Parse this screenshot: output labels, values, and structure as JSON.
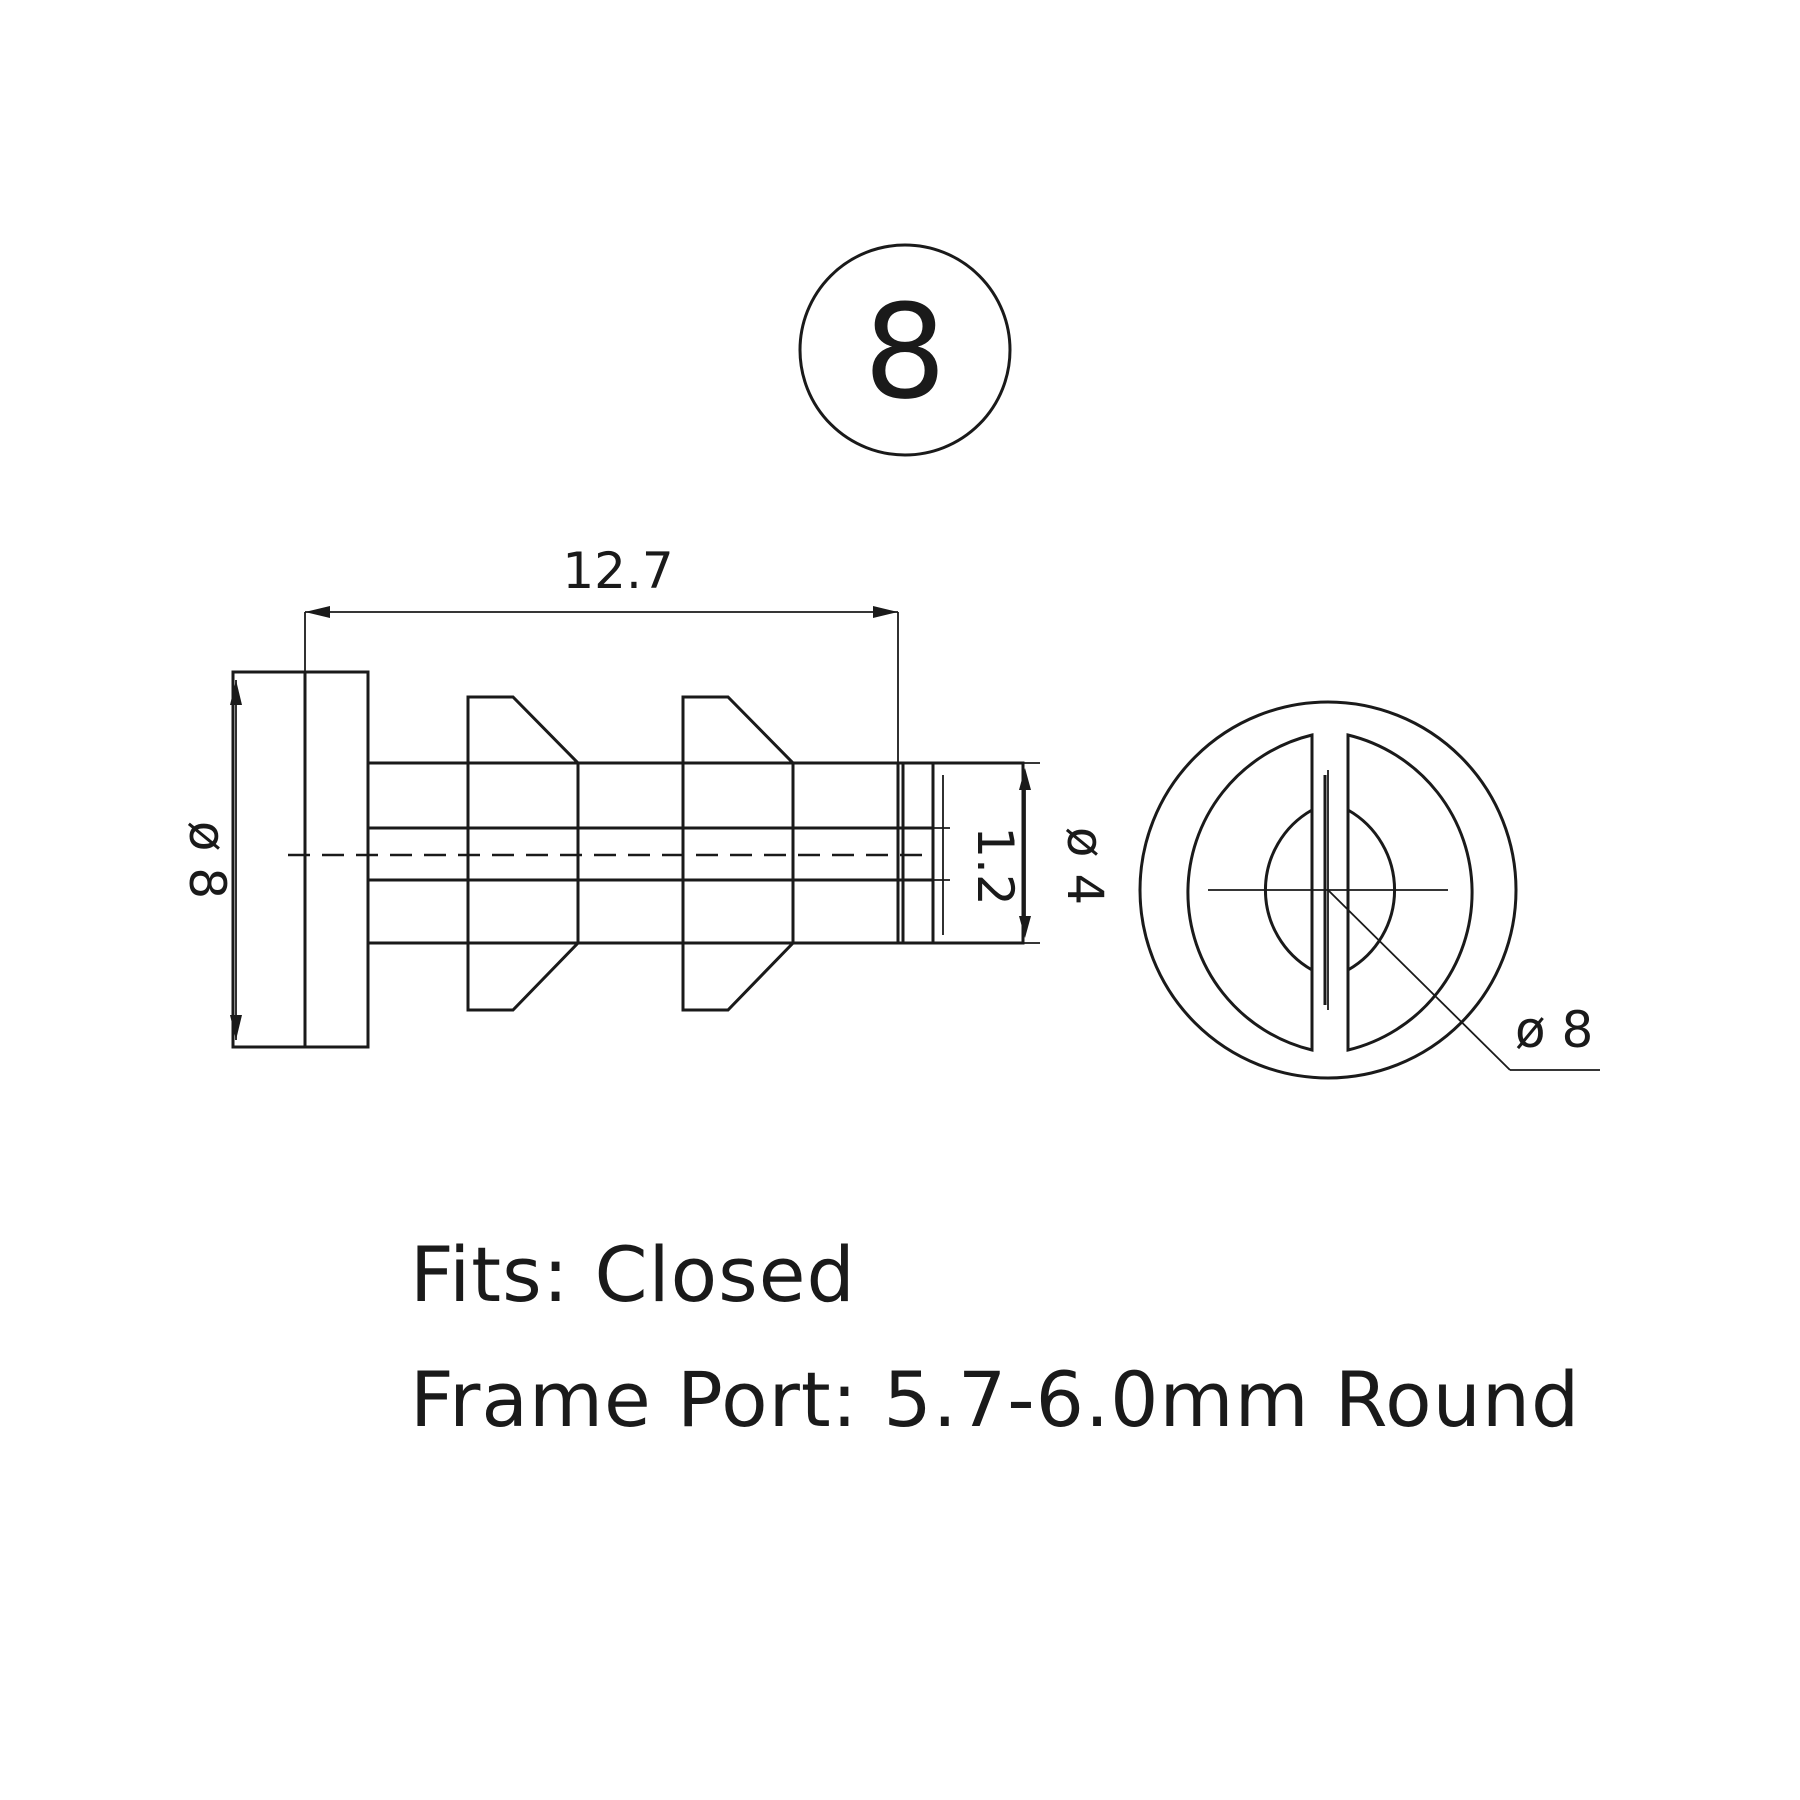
{
  "badge": {
    "number": "8"
  },
  "side_view": {
    "length_label": "12.7",
    "flange_diameter_label": "ø 8",
    "hole_label": "1.2",
    "tip_diameter_label": "ø 4"
  },
  "end_view": {
    "diameter_label": "ø 8"
  },
  "captions": {
    "fits": "Fits: Closed",
    "frame_port": "Frame Port: 5.7-6.0mm Round"
  }
}
